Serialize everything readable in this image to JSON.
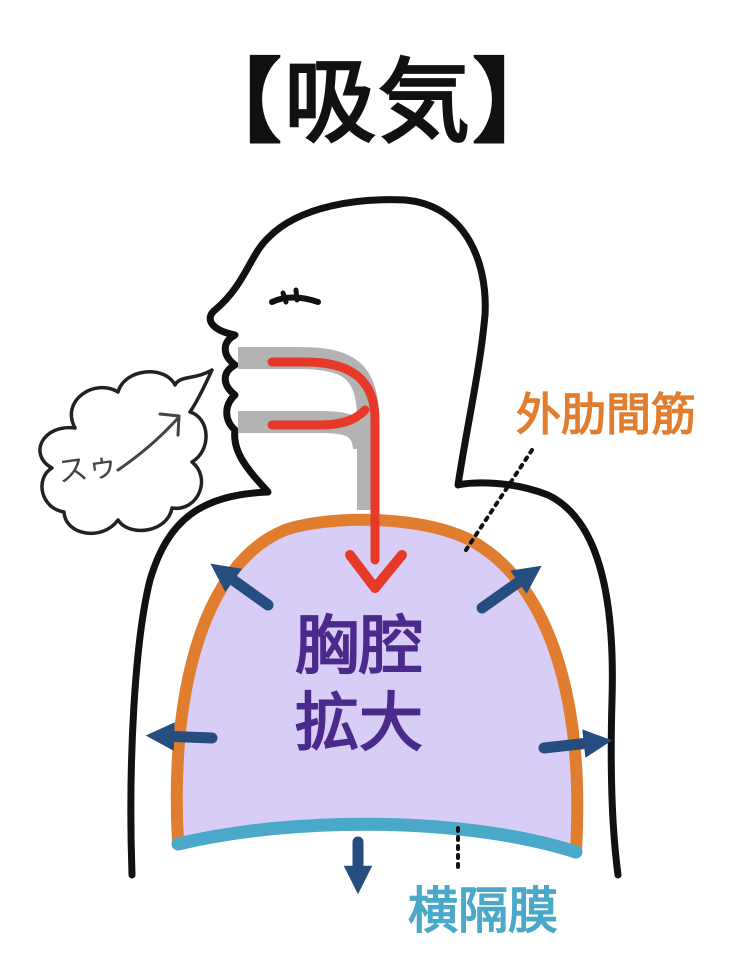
{
  "title": "【吸気】",
  "sound_effect": "スゥ",
  "labels": {
    "intercostal_muscles": "外肋間筋",
    "thoracic_cavity_line1": "胸腔",
    "thoracic_cavity_line2": "拡大",
    "diaphragm": "横隔膜"
  },
  "colors": {
    "outline": "#111111",
    "thorax_fill": "#d7cdf7",
    "intercostal": "#e07d2e",
    "diaphragm": "#4aa8c8",
    "airflow": "#e53a2a",
    "airway": "#b3b3b3",
    "expansion_arrow": "#264d80",
    "cavity_text": "#4b2a8c"
  },
  "icons": [
    "breath-cloud-icon",
    "airflow-arrow-icon",
    "expansion-arrow-icon"
  ]
}
